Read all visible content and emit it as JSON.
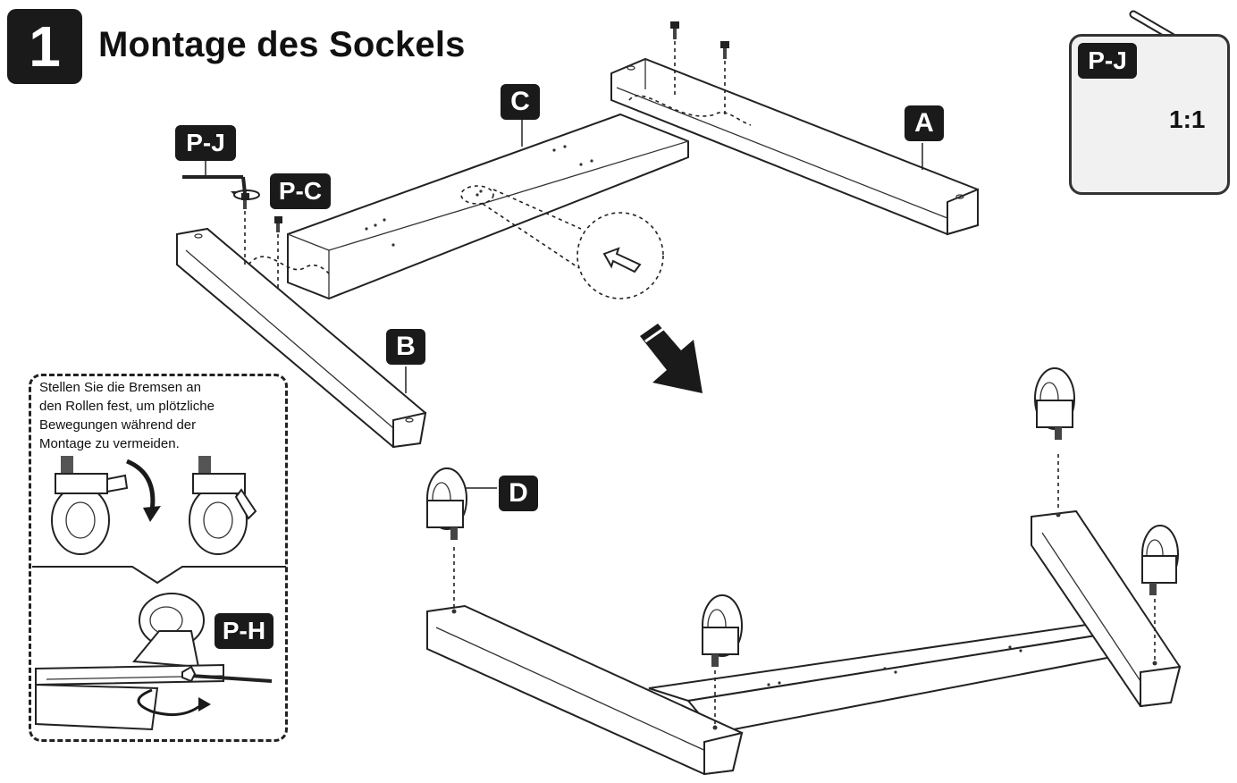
{
  "step": {
    "number": "1",
    "title": "Montage des Sockels"
  },
  "tool_box": {
    "tool_label": "P-J",
    "ratio": "1:1"
  },
  "part_labels": {
    "a": "A",
    "b": "B",
    "c": "C",
    "d": "D",
    "pj": "P-J",
    "pc": "P-C",
    "ph": "P-H"
  },
  "brake_note": "Stellen Sie die Bremsen an\nden Rollen fest, um plötzliche\nBewegungen während der\nMontage zu vermeiden.",
  "icons": [
    "hex-key-icon",
    "hex-nut-icon",
    "rotate-arrow-icon",
    "direction-arrow-icon",
    "caster-wheel-icon",
    "wrench-icon"
  ],
  "colors": {
    "label_bg": "#1a1a1a",
    "label_text": "#ffffff",
    "line": "#222222",
    "tool_box_bg": "#f1f1f1"
  }
}
